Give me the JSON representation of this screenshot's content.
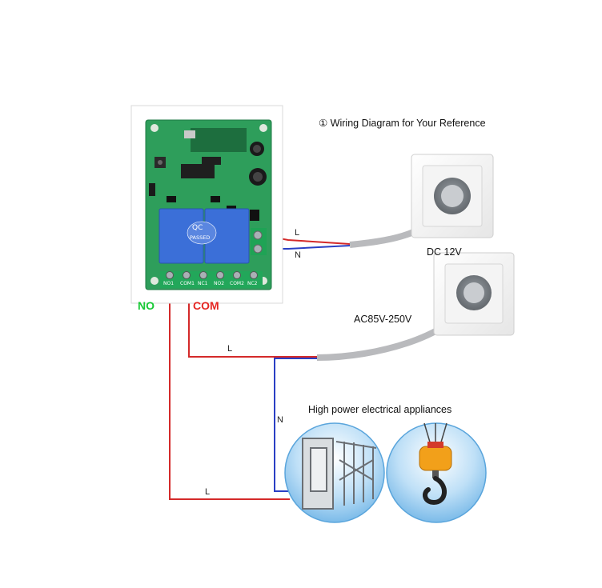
{
  "title": "① Wiring Diagram for Your Reference",
  "labels": {
    "dc": "DC 12V",
    "ac": "AC85V-250V",
    "appliances": "High power electrical appliances",
    "no": "NO",
    "com": "COM"
  },
  "wires": {
    "dc_l": "L",
    "dc_n": "N",
    "ac_l": "L",
    "ac_n": "N",
    "bottom_l": "L"
  },
  "board": {
    "relay_qc": "QC",
    "relay_passed": "PASSED",
    "terminals": [
      "NO1",
      "COM1",
      "NC1",
      "NO2",
      "COM2",
      "NC2"
    ]
  },
  "colors": {
    "live": "#d42a2a",
    "neutral": "#2a3fc4",
    "board_green": "#2e9e5b",
    "relay_blue": "#3b6fd8"
  }
}
